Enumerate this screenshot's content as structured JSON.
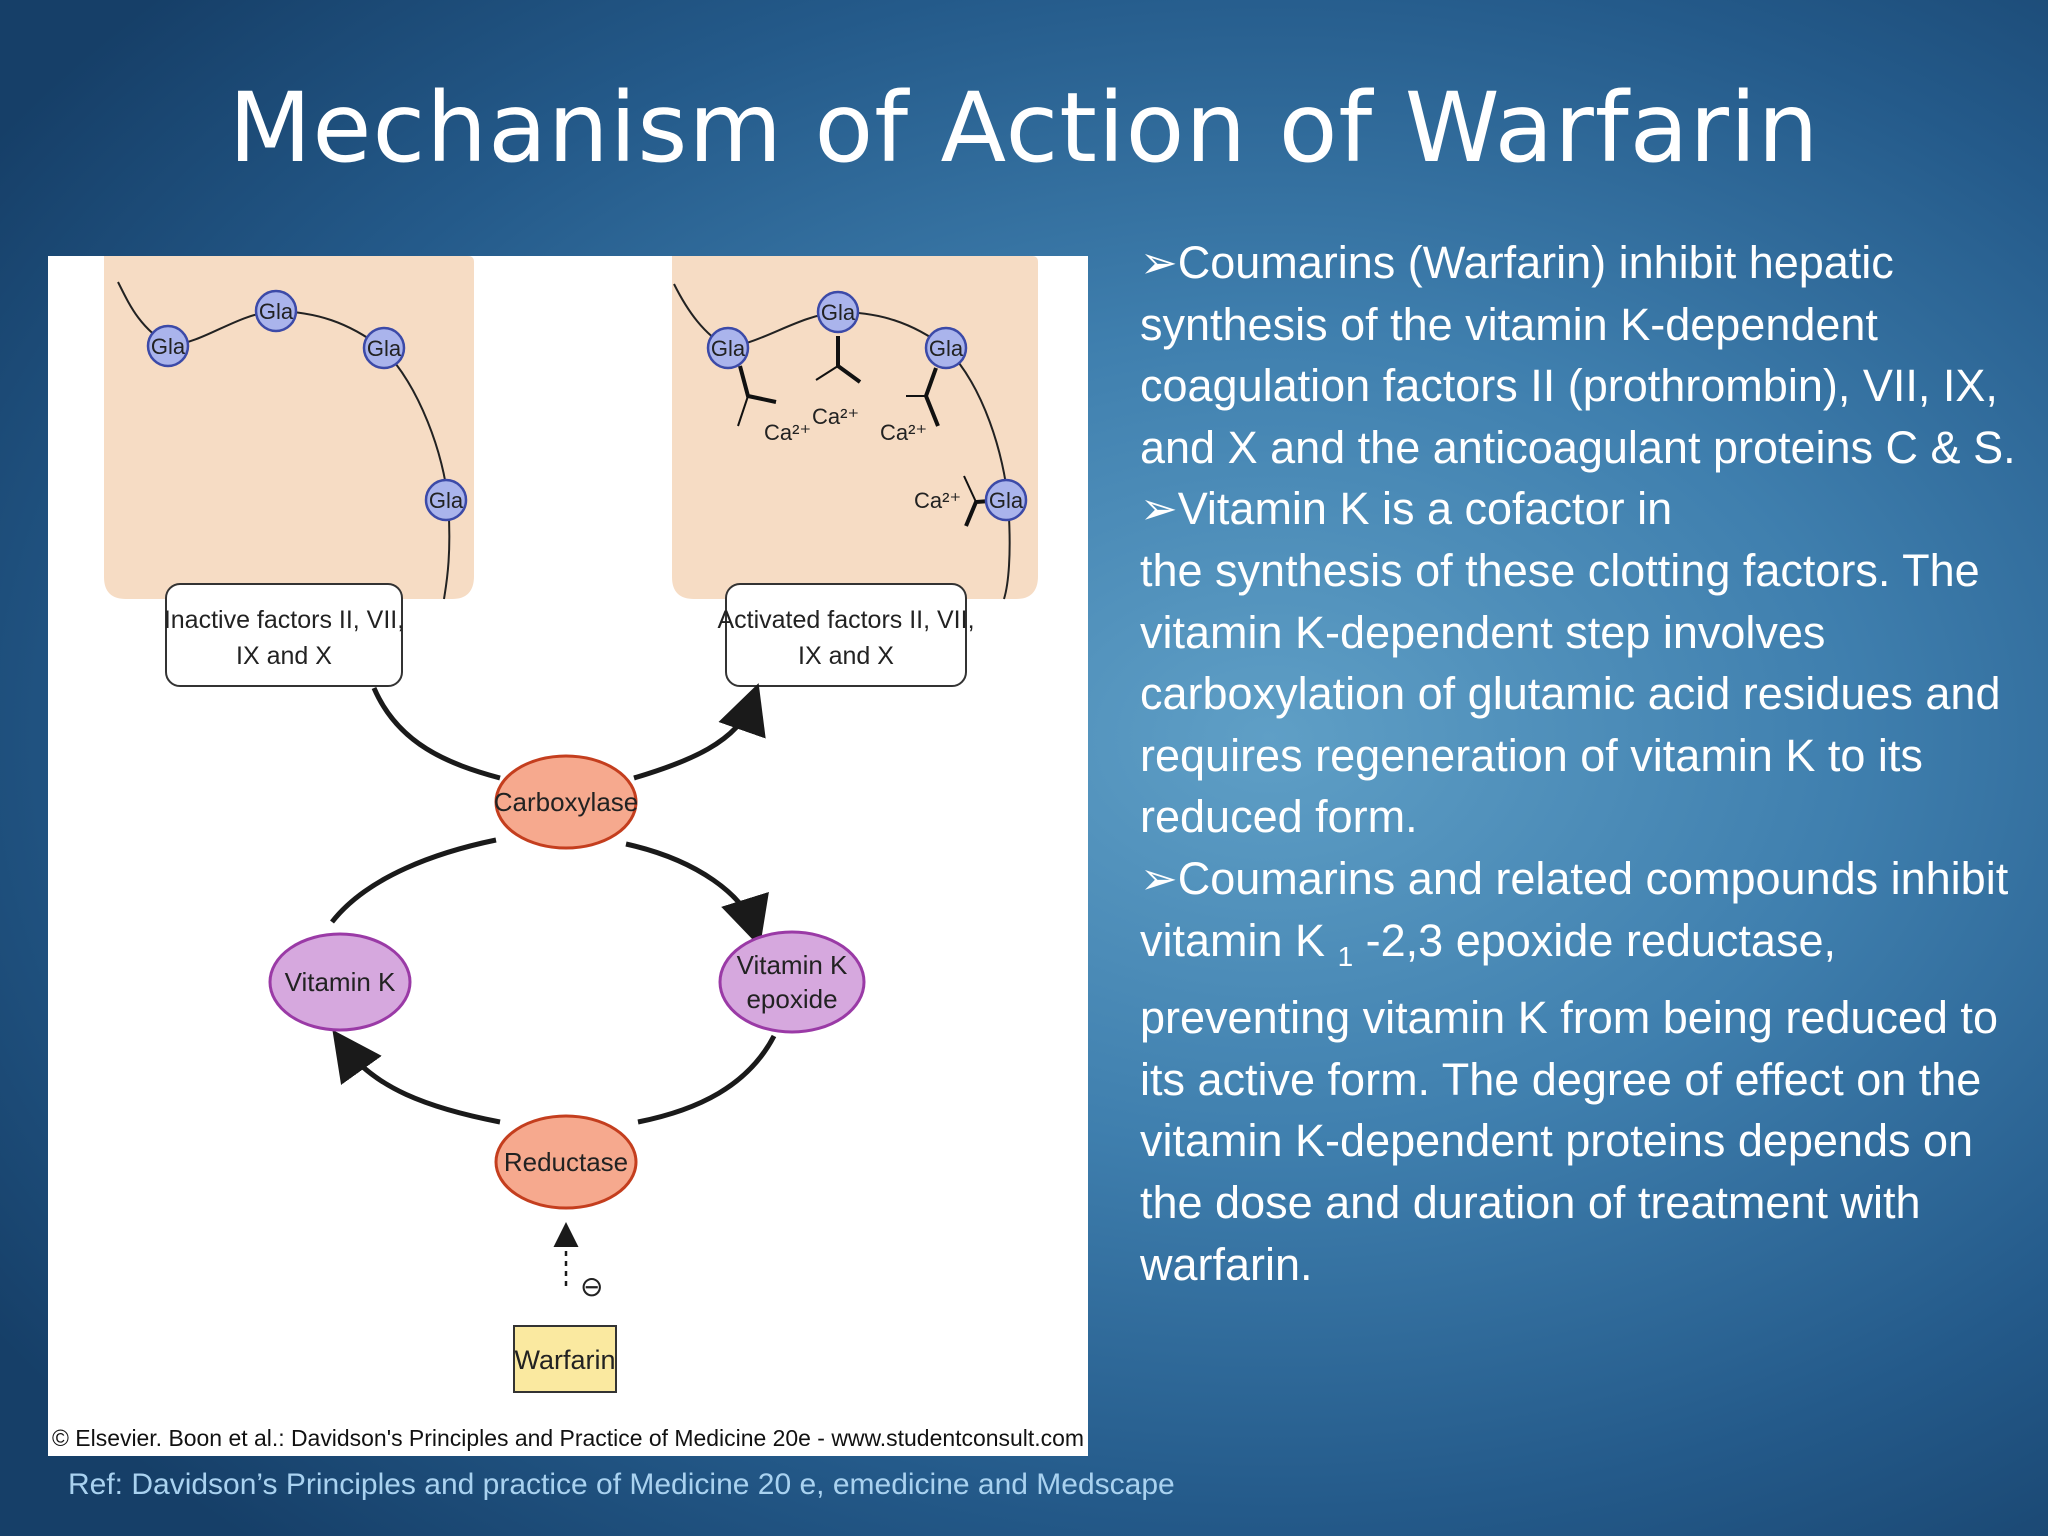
{
  "title": "Mechanism of Action of Warfarin",
  "diagram": {
    "gla_label": "Gla",
    "calcium_label": "Ca²⁺",
    "inactive_label_line1": "Inactive factors II, VII,",
    "inactive_label_line2": "IX and X",
    "activated_label_line1": "Activated factors II, VII,",
    "activated_label_line2": "IX and X",
    "carboxylase": "Carboxylase",
    "vitamin_k": "Vitamin K",
    "vitamin_k_epoxide_line1": "Vitamin K",
    "vitamin_k_epoxide_line2": "epoxide",
    "reductase": "Reductase",
    "inhibition_symbol": "⊖",
    "warfarin": "Warfarin",
    "copyright": "© Elsevier. Boon et al.: Davidson's Principles and Practice of Medicine 20e - www.studentconsult.com",
    "colors": {
      "panel": "#f6dcc4",
      "gla_fill": "#aab4ec",
      "enzyme_fill": "#f6a98e",
      "vitamin_fill": "#d6a8de",
      "warfarin_fill": "#fae9a0"
    }
  },
  "text": {
    "bullet_symbol": "➢",
    "p1": "Coumarins (Warfarin) inhibit hepatic synthesis of the vitamin K-dependent coagulation factors II (prothrombin), VII, IX, and X and the anticoagulant proteins C & S.",
    "p2_line1": "Vitamin K is a cofactor in",
    "p2_rest": "the synthesis of these clotting factors. The vitamin K-dependent step involves carboxylation of glutamic acid residues and requires regeneration of vitamin K to its reduced form.",
    "p3_start": "Coumarins and related compounds inhibit vitamin K",
    "p3_sub": "1",
    "p3_end": "-2,3 epoxide reductase, preventing vitamin K from being reduced to its active form. The degree of effect on the vitamin K-dependent proteins depends on the dose and duration of treatment with warfarin."
  },
  "reference": "Ref: Davidson’s Principles and practice of Medicine 20 e, emedicine and Medscape"
}
